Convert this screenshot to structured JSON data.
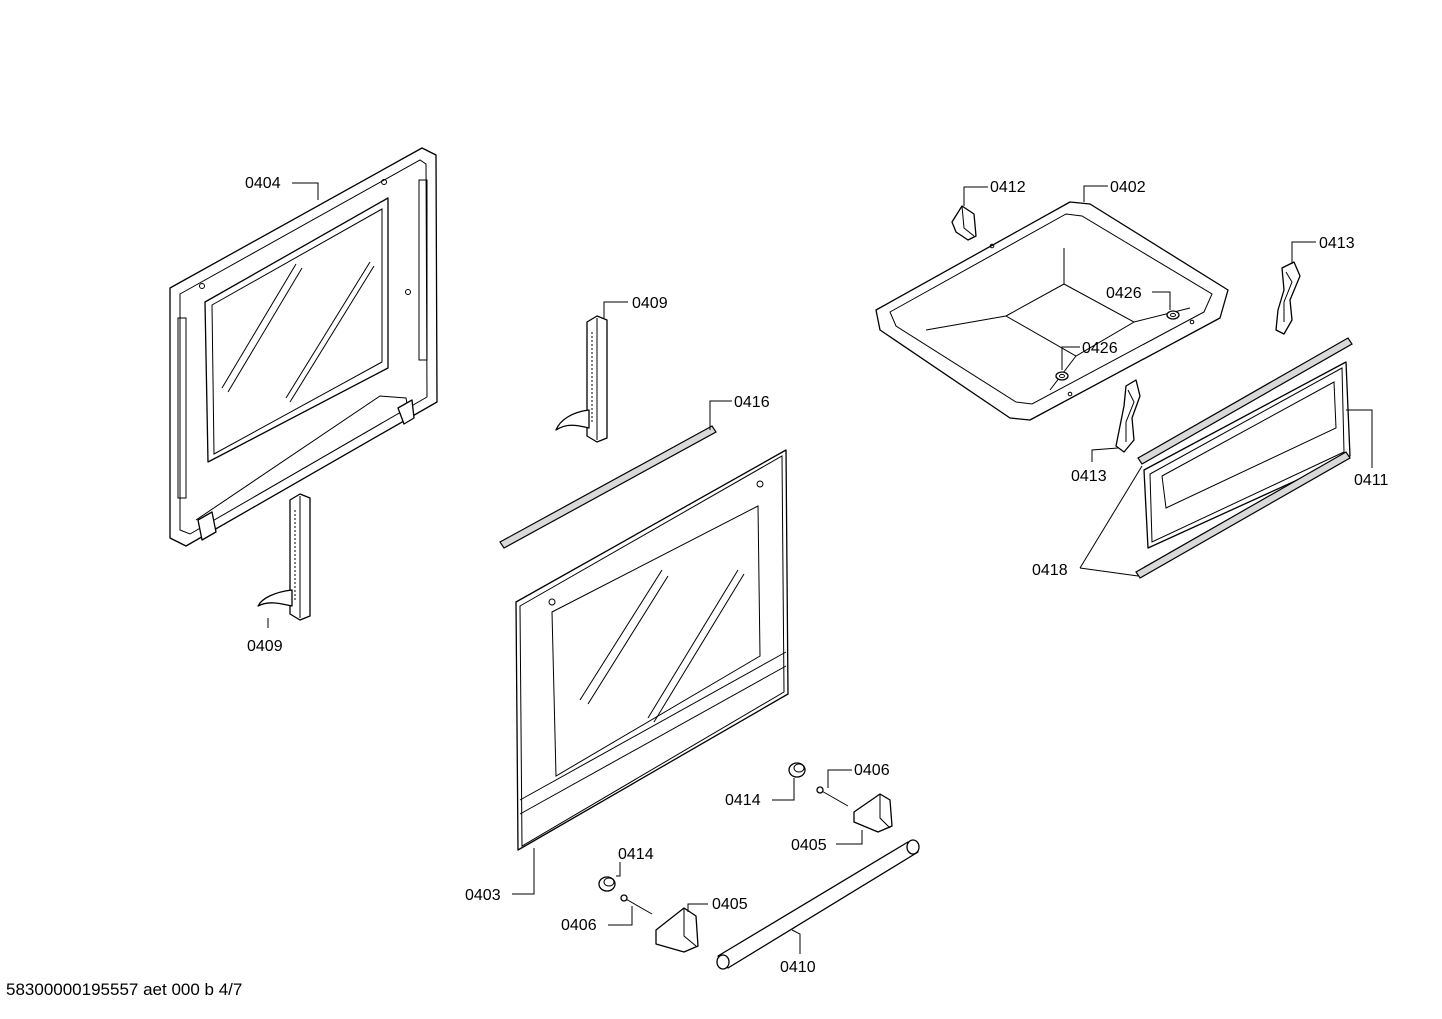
{
  "labels": {
    "l0404": "0404",
    "l0409a": "0409",
    "l0409b": "0409",
    "l0416": "0416",
    "l0403": "0403",
    "l0414a": "0414",
    "l0414b": "0414",
    "l0406a": "0406",
    "l0406b": "0406",
    "l0405a": "0405",
    "l0405b": "0405",
    "l0410": "0410",
    "l0412": "0412",
    "l0402": "0402",
    "l0413a": "0413",
    "l0413b": "0413",
    "l0426a": "0426",
    "l0426b": "0426",
    "l0411": "0411",
    "l0418": "0418"
  },
  "footer": {
    "code": "58300000195557 aet 000 b 4/7"
  }
}
